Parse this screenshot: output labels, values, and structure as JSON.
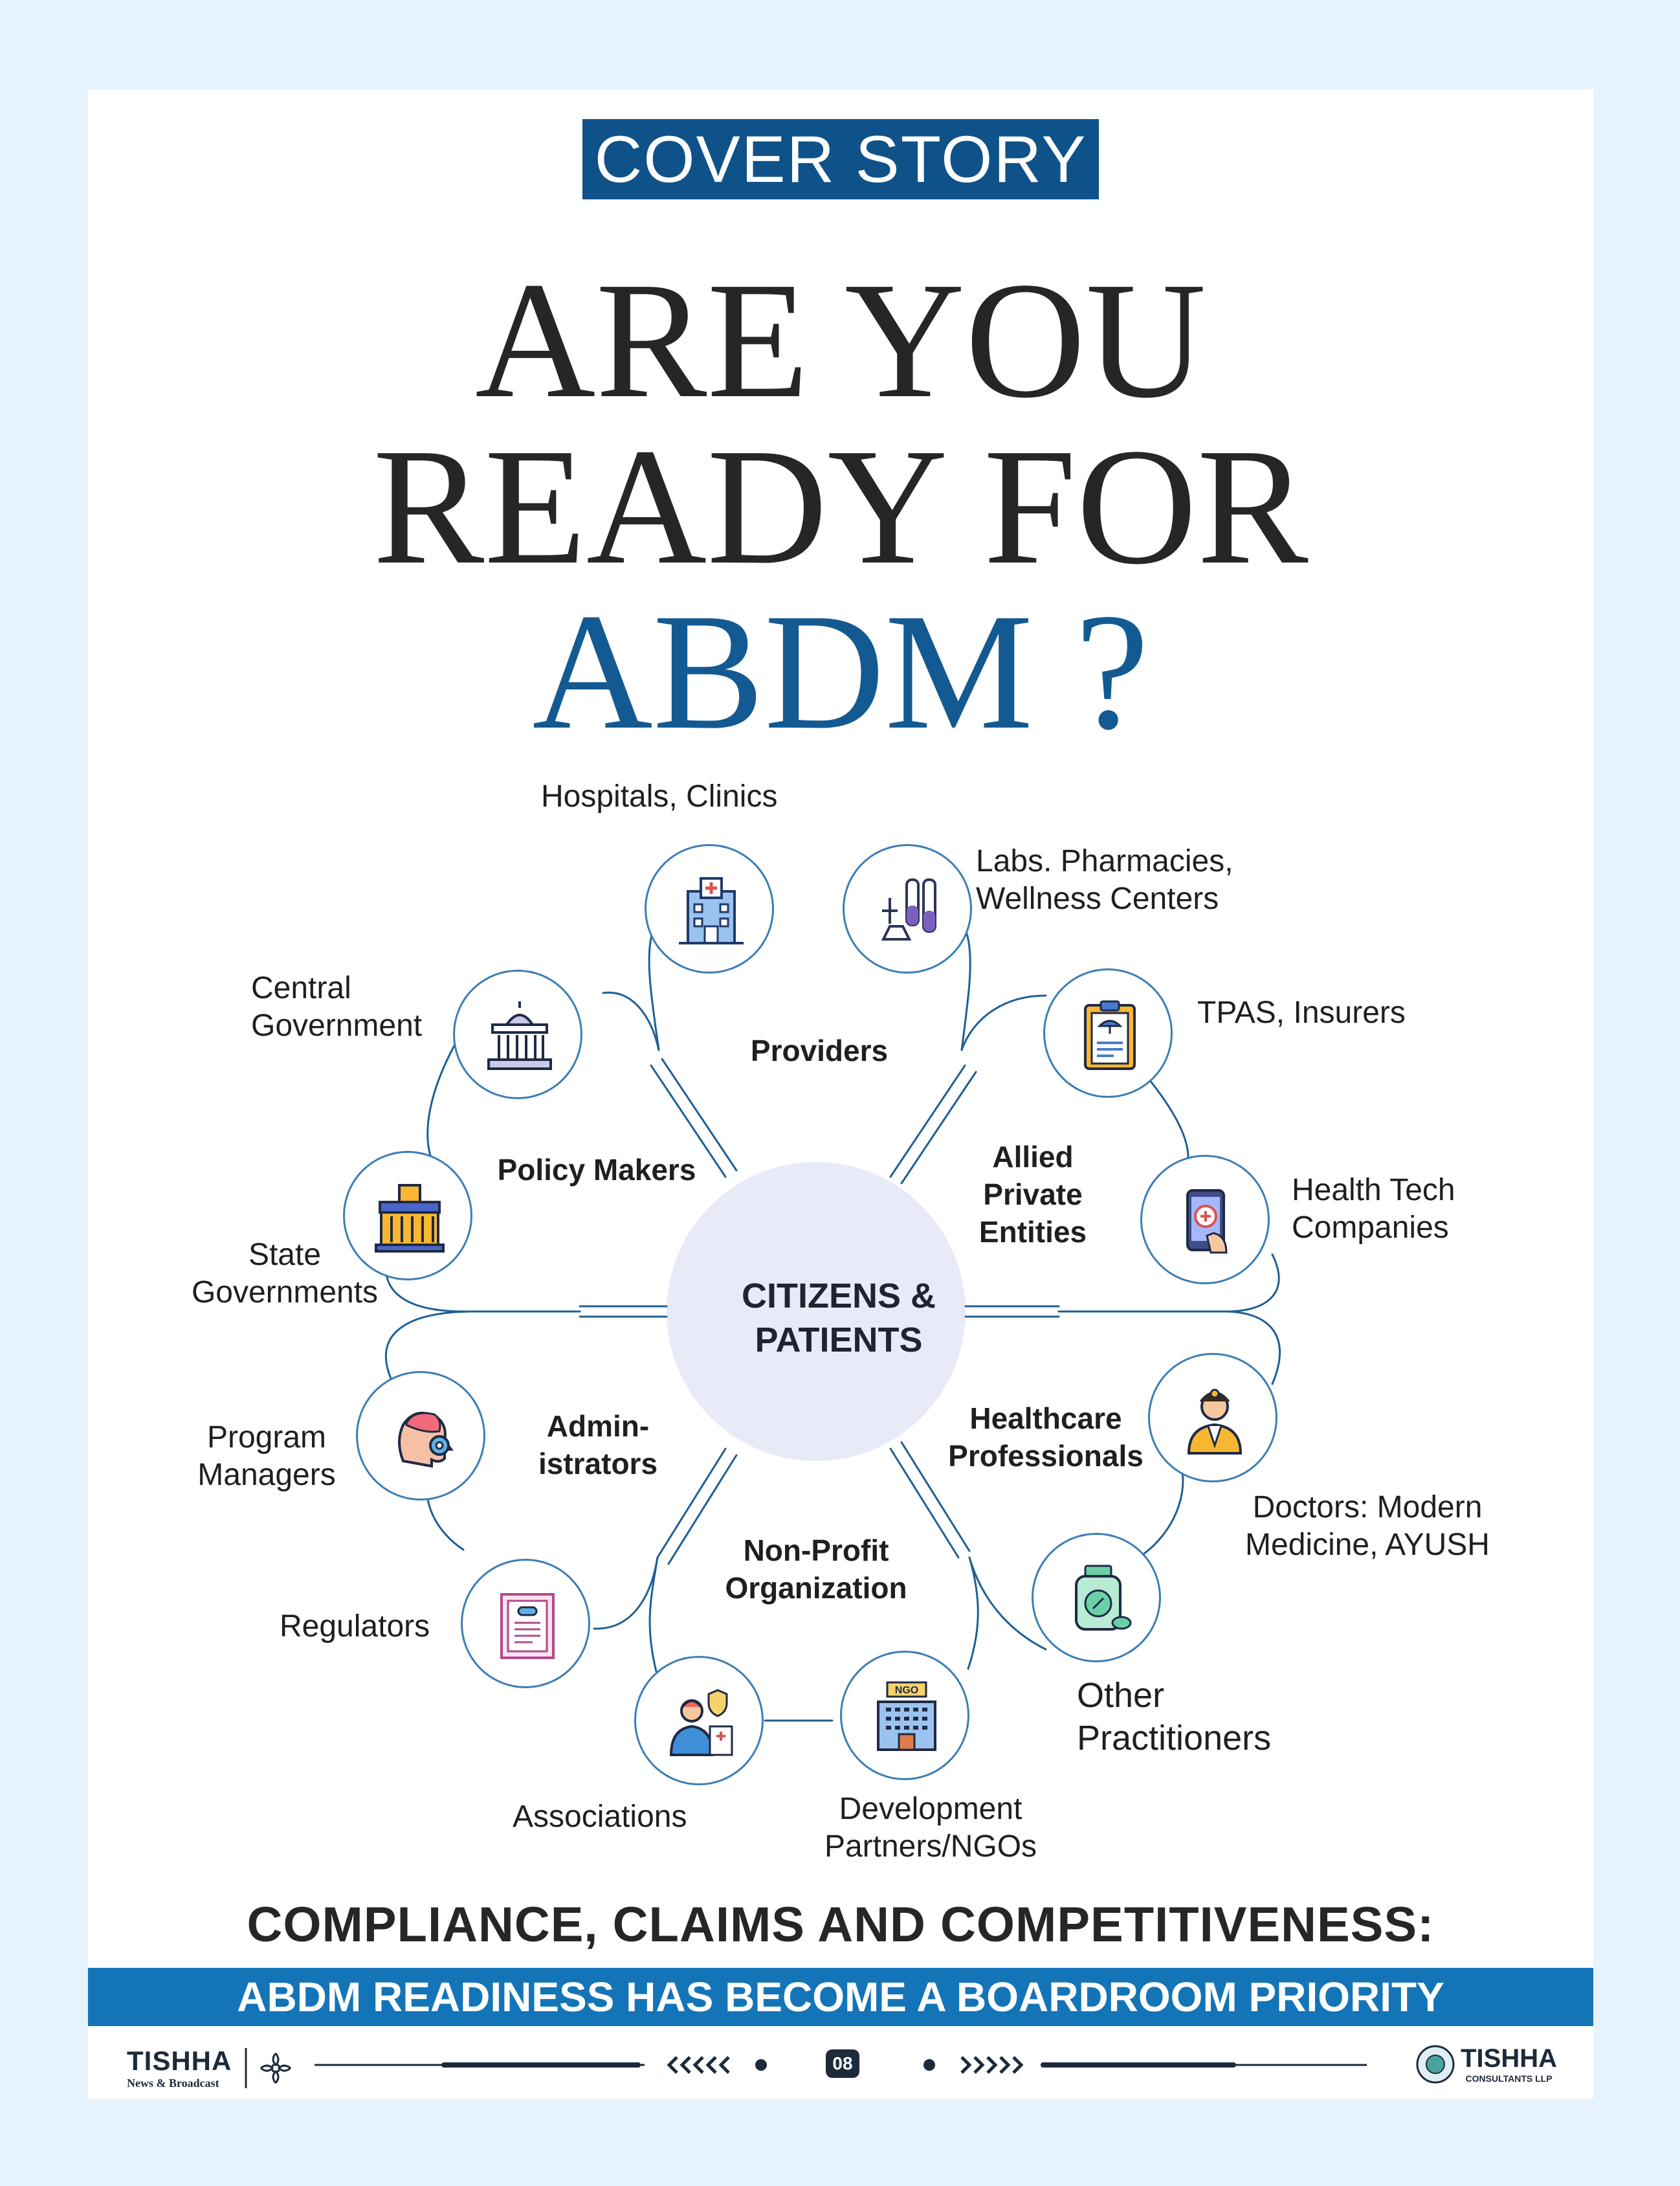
{
  "header": {
    "badge": "COVER STORY",
    "headline_line1": "ARE YOU",
    "headline_line2": "READY FOR",
    "headline_line3": "ABDM ?"
  },
  "diagram": {
    "center": "CITIZENS & PATIENTS",
    "groups": {
      "providers": "Providers",
      "policy_makers": "Policy Makers",
      "allied": "Allied Private Entities",
      "administrators": "Admin- istrators",
      "healthcare_professionals": "Healthcare Professionals",
      "non_profit": "Non-Profit Organization"
    },
    "nodes": {
      "hospitals": "Hospitals, Clinics",
      "labs": "Labs. Pharmacies, Wellness Centers",
      "tpas": "TPAS, Insurers",
      "health_tech": "Health Tech Companies",
      "central_gov": "Central Government",
      "state_gov": "State Governments",
      "program_managers": "Program Managers",
      "regulators": "Regulators",
      "doctors": "Doctors: Modern Medicine, AYUSH",
      "other_practitioners": "Other Practitioners",
      "associations": "Associations",
      "development_partners": "Development Partners/NGOs"
    },
    "icons": {
      "hospitals": "hospital-icon",
      "labs": "lab-flask-icon",
      "tpas": "insurance-clipboard-icon",
      "health_tech": "health-app-phone-icon",
      "central_gov": "capitol-building-icon",
      "state_gov": "government-building-icon",
      "program_managers": "head-gear-icon",
      "regulators": "regulation-document-icon",
      "doctors": "doctor-icon",
      "other_practitioners": "medicine-jar-icon",
      "associations": "medical-association-icon",
      "development_partners": "ngo-building-icon"
    },
    "colors": {
      "line": "#1e5f96",
      "center_fill": "#e8ebf7"
    }
  },
  "footer": {
    "compliance": "COMPLIANCE, CLAIMS AND COMPETITIVENESS:",
    "banner": "ABDM READINESS HAS BECOME A BOARDROOM PRIORITY",
    "brand_left": "TISHHA",
    "brand_left_sub": "News & Broadcast",
    "page_number": "08",
    "brand_right": "TISHHA",
    "brand_right_sub": "CONSULTANTS LLP"
  },
  "colors": {
    "brand_blue": "#0e5289",
    "banner_blue": "#1474b8",
    "background": "#e6f3fc"
  }
}
